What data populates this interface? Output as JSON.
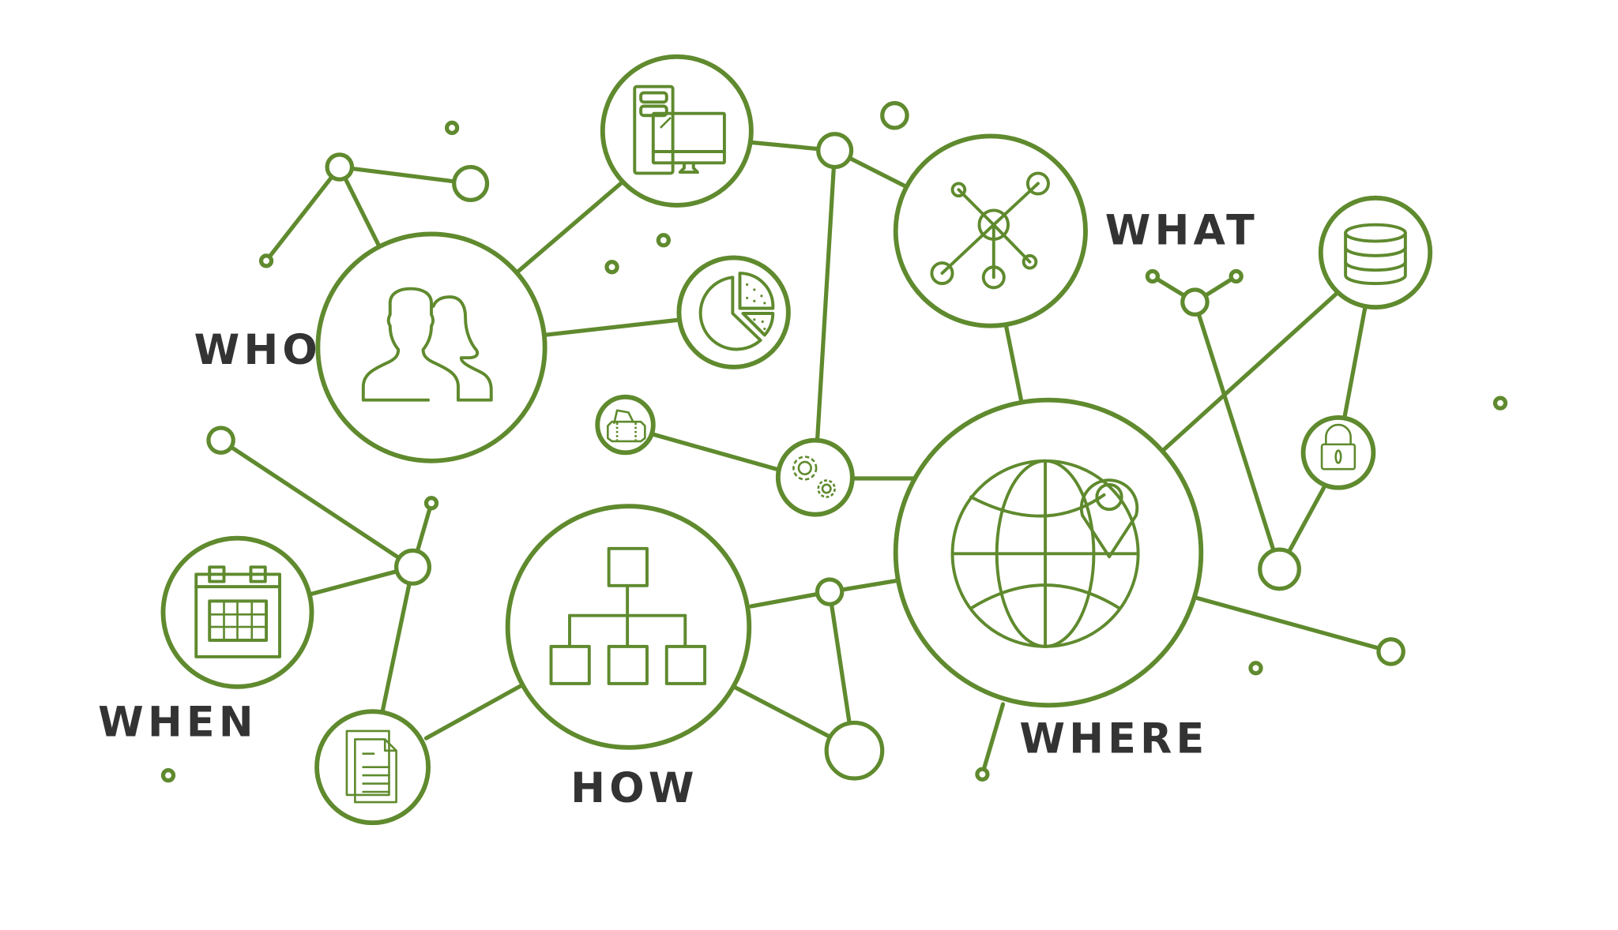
{
  "colors": {
    "accent": "#5f8a2e",
    "text": "#333333",
    "background": "#ffffff"
  },
  "labels": {
    "who": "WHO",
    "what": "WHAT",
    "when": "WHEN",
    "how": "HOW",
    "where": "WHERE"
  },
  "hubs": [
    {
      "id": "who",
      "icon": "people-icon"
    },
    {
      "id": "what",
      "icon": "network-nodes-icon"
    },
    {
      "id": "when",
      "icon": "calendar-icon"
    },
    {
      "id": "how",
      "icon": "org-chart-icon"
    },
    {
      "id": "where",
      "icon": "globe-location-icon"
    }
  ],
  "satellites": [
    {
      "icon": "computer-icon"
    },
    {
      "icon": "pie-chart-icon"
    },
    {
      "icon": "money-icon"
    },
    {
      "icon": "gears-icon"
    },
    {
      "icon": "database-icon"
    },
    {
      "icon": "lock-icon"
    },
    {
      "icon": "documents-icon"
    }
  ]
}
